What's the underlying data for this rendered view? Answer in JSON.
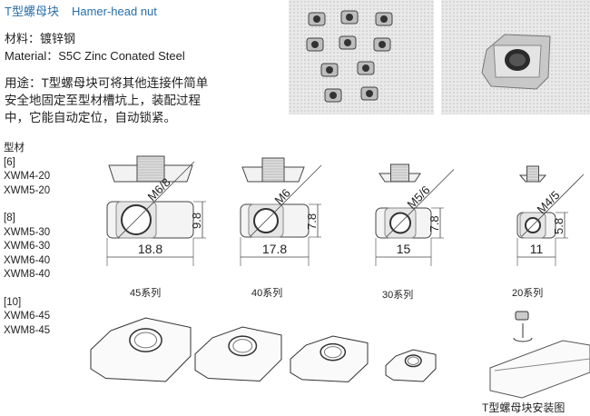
{
  "title": {
    "cn": "T型螺母块",
    "en": "Hamer-head nut"
  },
  "material": {
    "cn": "材料：镀锌钢",
    "en": "Material：S5C Zinc Conated Steel"
  },
  "usage": [
    "用途：T型螺母块可将其他连接件简单",
    "安全地固定至型材槽坑上，装配过程",
    "中，它能自动定位，自动锁紧。"
  ],
  "profiles": {
    "heading": "型材",
    "groups": [
      {
        "slot": "[6]",
        "items": [
          "XWM4-20",
          "XWM5-20"
        ]
      },
      {
        "slot": "[8]",
        "items": [
          "XWM5-30",
          "XWM6-30",
          "XWM6-40",
          "XWM8-40"
        ]
      },
      {
        "slot": "[10]",
        "items": [
          "XWM6-45",
          "XWM8-45"
        ]
      }
    ]
  },
  "drawings": [
    {
      "series": "45系列",
      "thread": "M6/8",
      "width": "18.8",
      "height": "9.8"
    },
    {
      "series": "40系列",
      "thread": "M6",
      "width": "17.8",
      "height": "7.8"
    },
    {
      "series": "30系列",
      "thread": "M5/6",
      "width": "15",
      "height": "7.8"
    },
    {
      "series": "20系列",
      "thread": "M4/5",
      "width": "11",
      "height": "5.8"
    }
  ],
  "install_caption": "T型螺母块安装图"
}
